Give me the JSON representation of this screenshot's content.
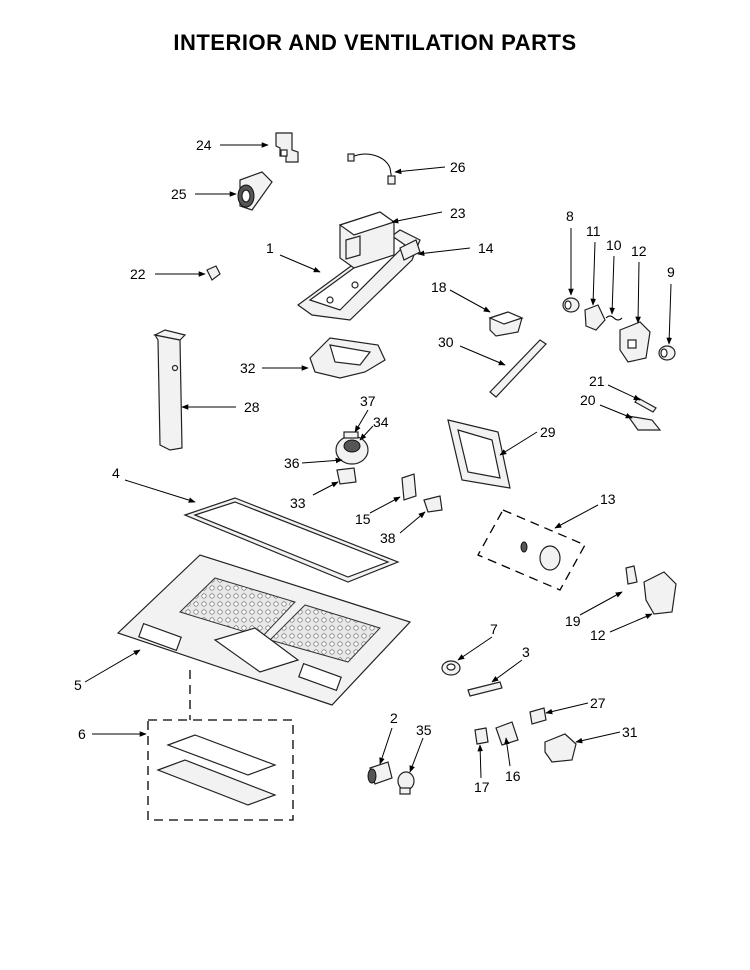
{
  "title": "INTERIOR AND VENTILATION PARTS",
  "callouts": [
    "1",
    "2",
    "3",
    "4",
    "5",
    "6",
    "7",
    "8",
    "9",
    "10",
    "11",
    "12",
    "12",
    "13",
    "14",
    "15",
    "16",
    "17",
    "18",
    "19",
    "20",
    "21",
    "22",
    "23",
    "24",
    "25",
    "26",
    "27",
    "28",
    "29",
    "30",
    "31",
    "32",
    "33",
    "34",
    "35",
    "36",
    "37",
    "38"
  ]
}
